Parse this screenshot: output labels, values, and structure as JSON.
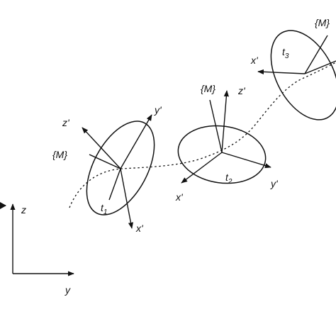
{
  "world_frame": {
    "z": "z",
    "y": "y"
  },
  "frames": [
    {
      "t": "t",
      "sub": "1",
      "M": "{M}",
      "x": "x'",
      "y": "y'",
      "z": "z'"
    },
    {
      "t": "t",
      "sub": "2",
      "M": "{M}",
      "x": "x'",
      "y": "y'",
      "z": "z'"
    },
    {
      "t": "t",
      "sub": "3",
      "M": "{M}",
      "x": "x'"
    }
  ]
}
